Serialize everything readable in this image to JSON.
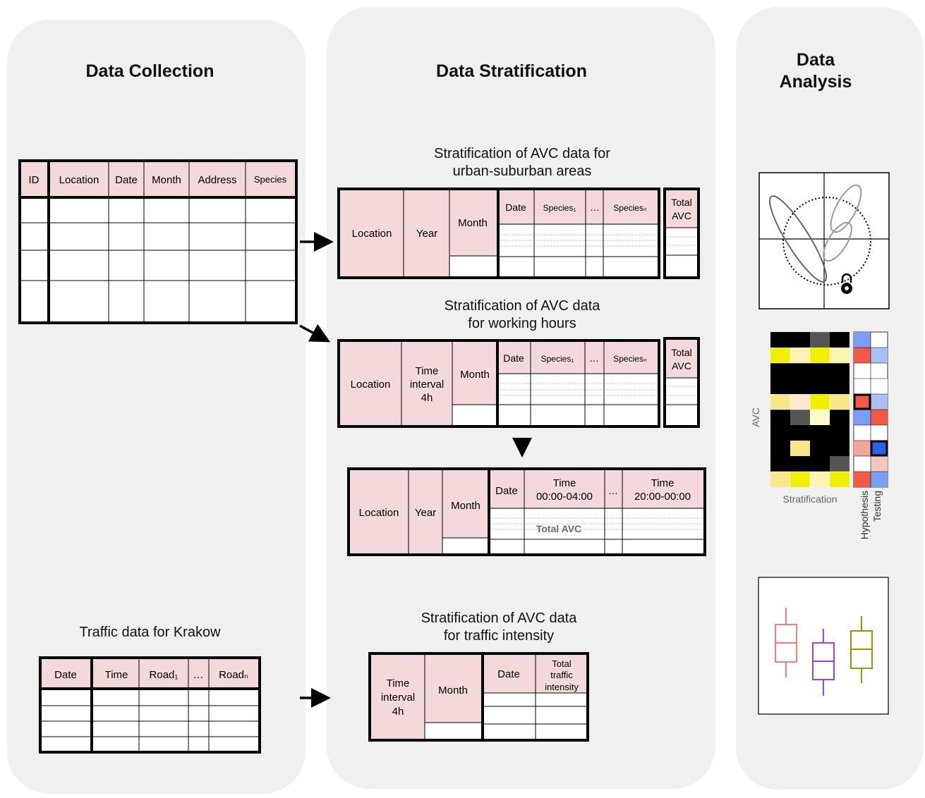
{
  "colors": {
    "panel": "#f0f0f0",
    "header_fill": "#f4d9da",
    "border": "#000000",
    "arrow": "#000000"
  },
  "data_collection": {
    "title": "Data Collection",
    "avc_table": {
      "headers": [
        "ID",
        "Location",
        "Date",
        "Month",
        "Address",
        "Species"
      ]
    },
    "traffic_caption": "Traffic data for Krakow",
    "traffic_table": {
      "headers": [
        "Date",
        "Time",
        "Road₁",
        "…",
        "Roadₙ"
      ]
    }
  },
  "data_stratification": {
    "title": "Data Stratification",
    "urban": {
      "caption_line1": "Stratification of AVC data for",
      "caption_line2": "urban-suburban areas",
      "headers": [
        "Location",
        "Year",
        "Month",
        "Date",
        "Species₁",
        "…",
        "Speciesₙ"
      ],
      "total_line1": "Total",
      "total_line2": "AVC"
    },
    "working": {
      "caption_line1": "Stratification of AVC data",
      "caption_line2": "for working hours",
      "headers": [
        "Location",
        "Month",
        "Date",
        "Species₁",
        "…",
        "Speciesₙ"
      ],
      "time_line1": "Time",
      "time_line2": "interval",
      "time_line3": "4h",
      "total_line1": "Total",
      "total_line2": "AVC"
    },
    "hours": {
      "headers": [
        "Location",
        "Year",
        "Month",
        "Date",
        "…"
      ],
      "time1_line1": "Time",
      "time1_line2": "00:00-04:00",
      "time2_line1": "Time",
      "time2_line2": "20:00-00:00",
      "total_label": "Total AVC"
    },
    "traffic": {
      "caption_line1": "Stratification of AVC data",
      "caption_line2": "for traffic intensity",
      "time_line1": "Time",
      "time_line2": "interval",
      "time_line3": "4h",
      "month": "Month",
      "date": "Date",
      "total_line1": "Total",
      "total_line2": "traffic",
      "total_line3": "intensity"
    }
  },
  "data_analysis": {
    "title_line1": "Data",
    "title_line2": "Analysis",
    "heatmap": {
      "ylabel": "AVC",
      "xlabel": "Stratification",
      "side_label_line1": "Hypothesis",
      "side_label_line2": "Testing"
    },
    "boxplot_colors": [
      "#f07b78",
      "#a33fe8",
      "#9a9500"
    ]
  }
}
